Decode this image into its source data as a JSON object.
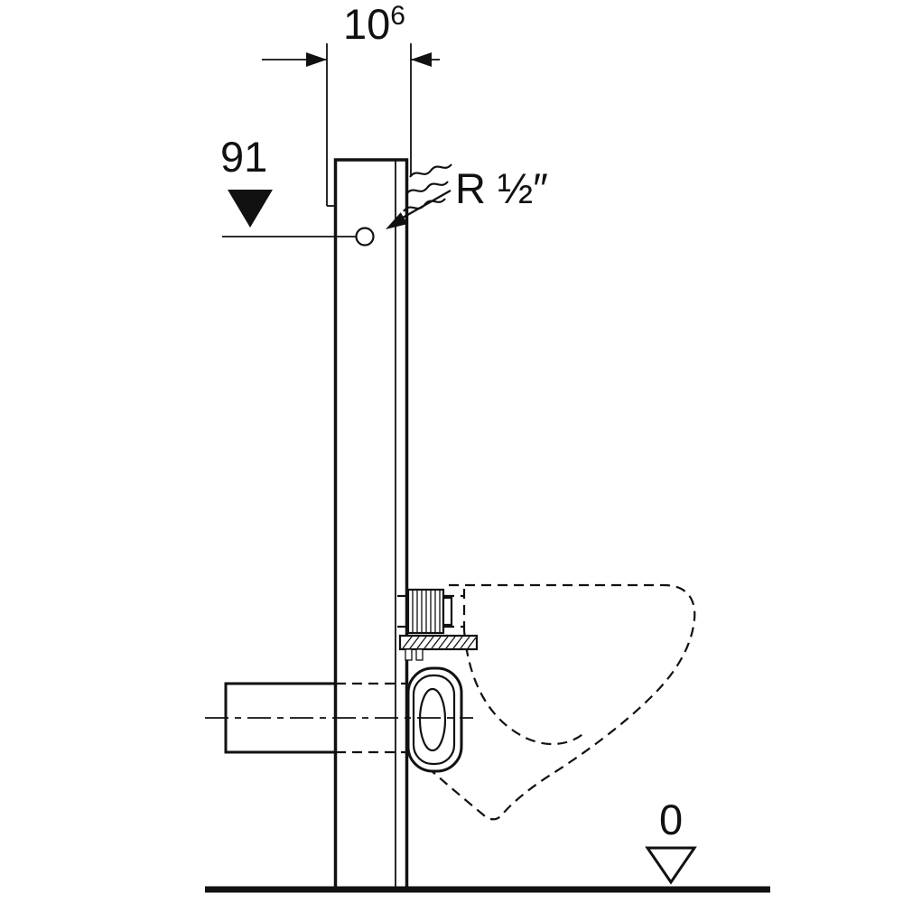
{
  "labels": {
    "top_dimension_value": "10",
    "top_dimension_superscript": "6",
    "supply_height": "91",
    "thread_size": "R ½″",
    "floor_level": "0"
  },
  "colors": {
    "line": "#111111",
    "background": "#ffffff"
  }
}
